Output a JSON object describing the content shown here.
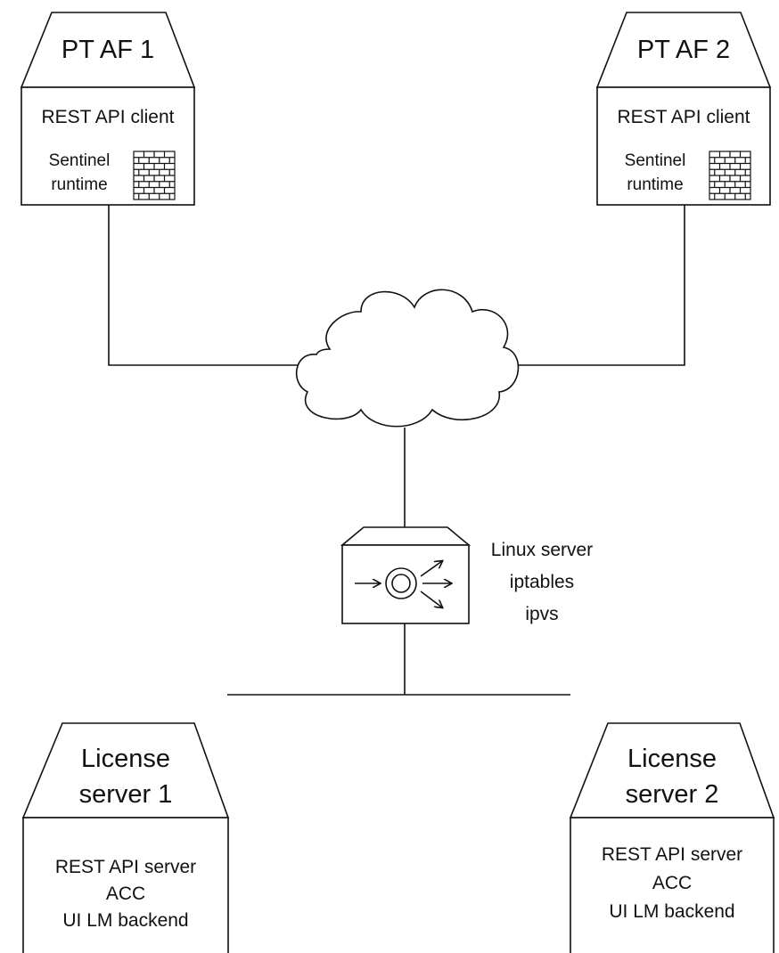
{
  "nodes": {
    "pt_af_1": {
      "title": "PT AF 1",
      "api": "REST API client",
      "runtime_line1": "Sentinel",
      "runtime_line2": "runtime"
    },
    "pt_af_2": {
      "title": "PT AF 2",
      "api": "REST API client",
      "runtime_line1": "Sentinel",
      "runtime_line2": "runtime"
    },
    "balancer": {
      "line1": "Linux server",
      "line2": "iptables",
      "line3": "ipvs"
    },
    "license_server_1": {
      "title_line1": "License",
      "title_line2": "server 1",
      "line1": "REST API server",
      "line2": "ACC",
      "line3": "UI LM backend"
    },
    "license_server_2": {
      "title_line1": "License",
      "title_line2": "server 2",
      "line1": "REST API server",
      "line2": "ACC",
      "line3": "UI LM backend"
    }
  },
  "icons": {
    "cloud": "network-cloud-icon",
    "firewall": "firewall-brick-icon",
    "load_balancer": "load-balancer-icon"
  },
  "colors": {
    "stroke": "#111111",
    "background": "#ffffff"
  }
}
